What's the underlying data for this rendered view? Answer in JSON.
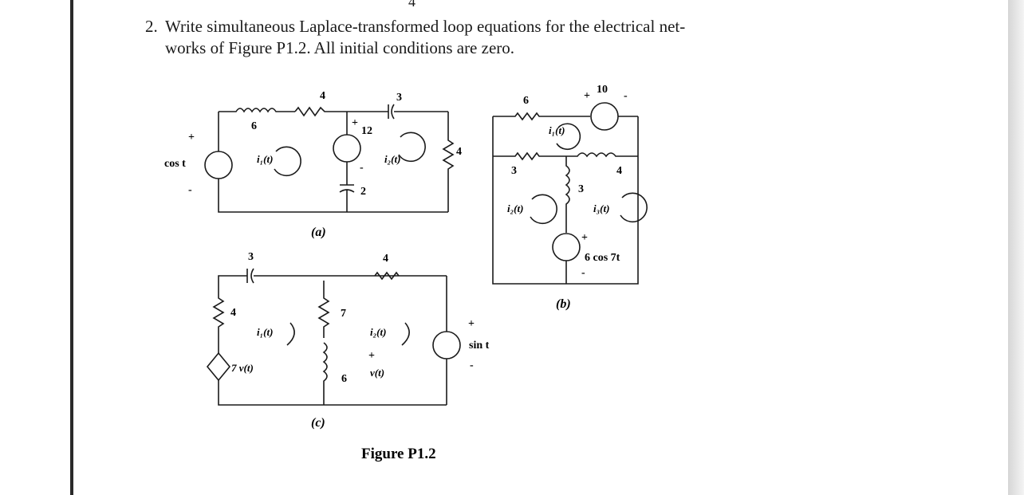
{
  "top_mark": "4",
  "problem": {
    "number": "2.",
    "line1": "Write simultaneous Laplace-transformed loop equations for the electrical net-",
    "line2": "works of Figure P1.2. All initial conditions are zero."
  },
  "circuit_a": {
    "caption": "(a)",
    "source_label": "cos t",
    "source_plus": "+",
    "source_minus": "-",
    "inductor_6": "6",
    "resistor_4": "4",
    "capacitor_3": "3",
    "source_12": "12",
    "source_12_plus": "+",
    "source_12_minus": "-",
    "capacitor_2": "2",
    "resistor_4_right": "4",
    "loop_1": "i₁(t)",
    "loop_2": "i₂(t)"
  },
  "circuit_b": {
    "caption": "(b)",
    "resistor_6": "6",
    "source_10": "10",
    "source_10_plus": "+",
    "source_10_minus": "-",
    "resistor_3": "3",
    "inductor_3": "3",
    "inductor_4": "4",
    "source_label": "6 cos 7t",
    "source_plus": "+",
    "source_minus": "-",
    "loop_1": "i₁(t)",
    "loop_2": "i₂(t)",
    "loop_3": "i₃(t)"
  },
  "circuit_c": {
    "caption": "(c)",
    "capacitor_3": "3",
    "resistor_4_top": "4",
    "resistor_4_left": "4",
    "resistor_7": "7",
    "inductor_6": "6",
    "dep_source": "7 v(t)",
    "loop_1": "i₁(t)",
    "loop_2": "i₂(t)",
    "v_plus": "+",
    "v_label": "v(t)",
    "source_label": "sin t",
    "source_plus": "+",
    "source_minus": "-"
  },
  "figure_caption": "Figure P1.2"
}
